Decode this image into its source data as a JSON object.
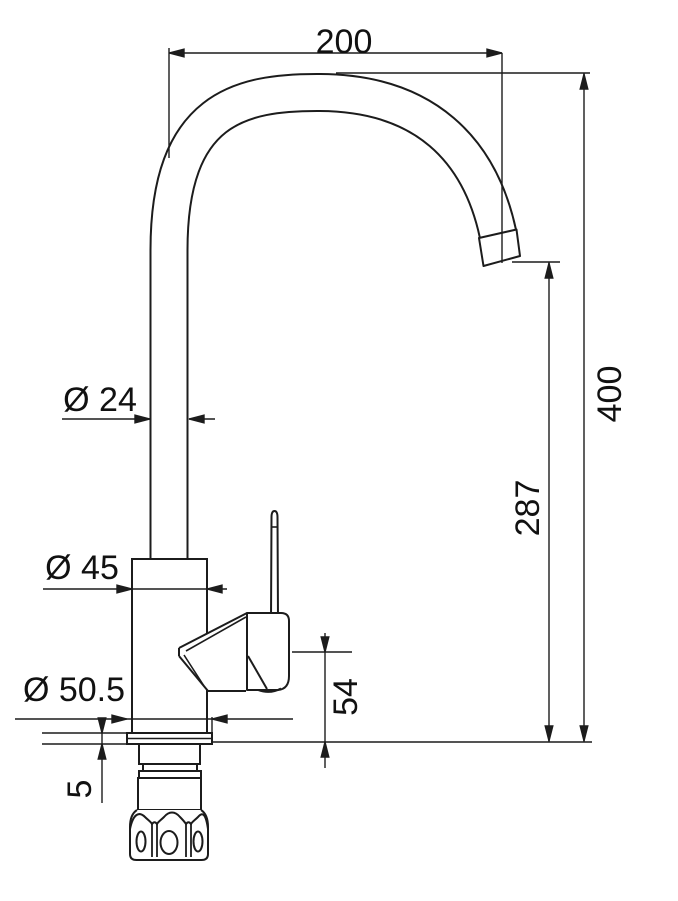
{
  "drawing": {
    "kind": "technical dimension drawing",
    "subject": "single-lever kitchen mixer tap, side elevation"
  },
  "dimensions": {
    "spout_reach": {
      "label": "200"
    },
    "overall_height": {
      "label": "400"
    },
    "outlet_height": {
      "label": "287"
    },
    "spout_pipe_diameter": {
      "label": "Ø 24"
    },
    "body_diameter": {
      "label": "Ø 45"
    },
    "base_diameter": {
      "label": "Ø 50.5"
    },
    "handle_axis_height": {
      "label": "54"
    },
    "base_plate_thickness": {
      "label": "5"
    }
  },
  "colors": {
    "line": "#1c1c1c",
    "background": "#ffffff",
    "text": "#111111"
  }
}
